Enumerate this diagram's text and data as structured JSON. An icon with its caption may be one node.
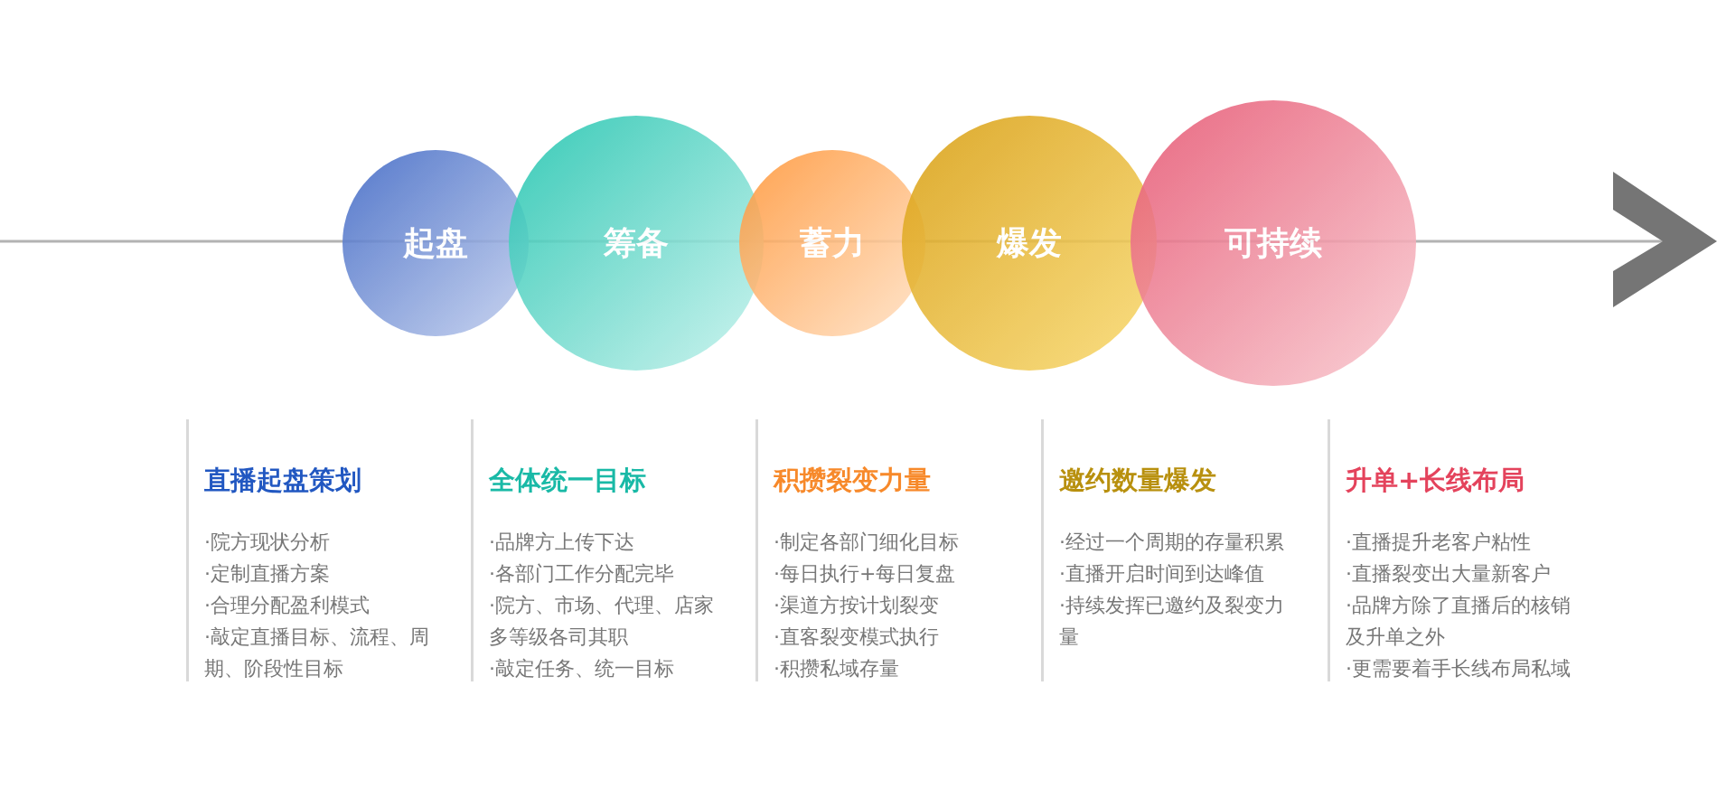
{
  "diagram": {
    "nodes": [
      {
        "text": [
          "起盘"
        ]
      },
      {
        "text": [
          "筹备"
        ]
      },
      {
        "text": [
          "蓄力"
        ]
      },
      {
        "text": [
          "爆发"
        ]
      },
      {
        "text": [
          "可持续"
        ]
      }
    ],
    "labels": [
      "直播起盘策划",
      "·院方现状分析",
      "·定制直播方案",
      "·合理分配盈利模式",
      "·敲定直播目标、流程、周期、阶段性目标",
      "全体统一目标",
      "·品牌方上传下达",
      "·各部门工作分配完毕",
      "·院方、市场、代理、店家多等级各司其职",
      "·敲定任务、统一目标",
      "积攒裂变力量",
      "·制定各部门细化目标",
      "·每日执行+每日复盘",
      "·渠道方按计划裂变",
      "·直客裂变模式执行",
      "·积攒私域存量",
      "邀约数量爆发",
      "·经过一个周期的存量积累",
      "·直播开启时间到达峰值",
      "·持续发挥已邀约及裂变力量",
      "升单+长线布局",
      "·直播提升老客户粘性",
      "·直播裂变出大量新客户",
      "·品牌方除了直播后的核销及升单之外",
      "·更需要着手长线布局私域"
    ]
  }
}
